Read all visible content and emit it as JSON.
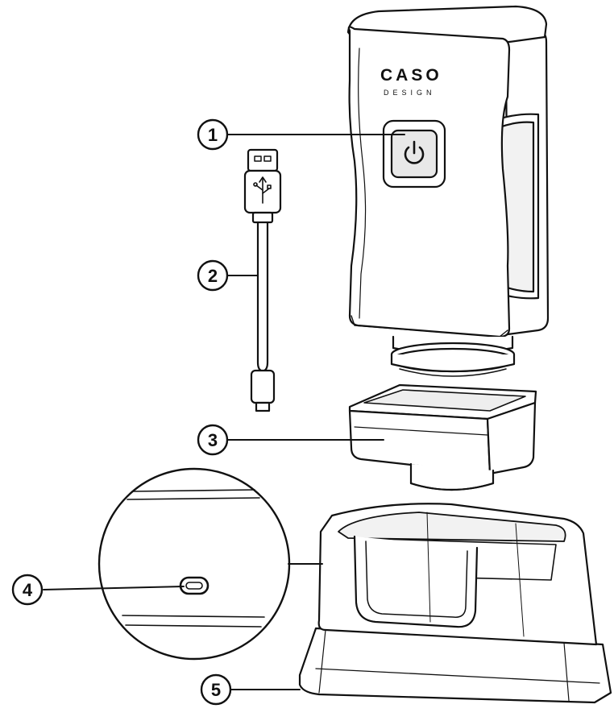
{
  "device": {
    "brand": "CASO",
    "brand_sub": "DESIGN"
  },
  "callouts": [
    {
      "number": "1",
      "part": "power-button"
    },
    {
      "number": "2",
      "part": "usb-cable"
    },
    {
      "number": "3",
      "part": "drip-cup"
    },
    {
      "number": "4",
      "part": "charging-port"
    },
    {
      "number": "5",
      "part": "charging-base"
    }
  ],
  "colors": {
    "line": "#111111",
    "fill": "#ffffff",
    "shade": "#e8e8e8"
  }
}
